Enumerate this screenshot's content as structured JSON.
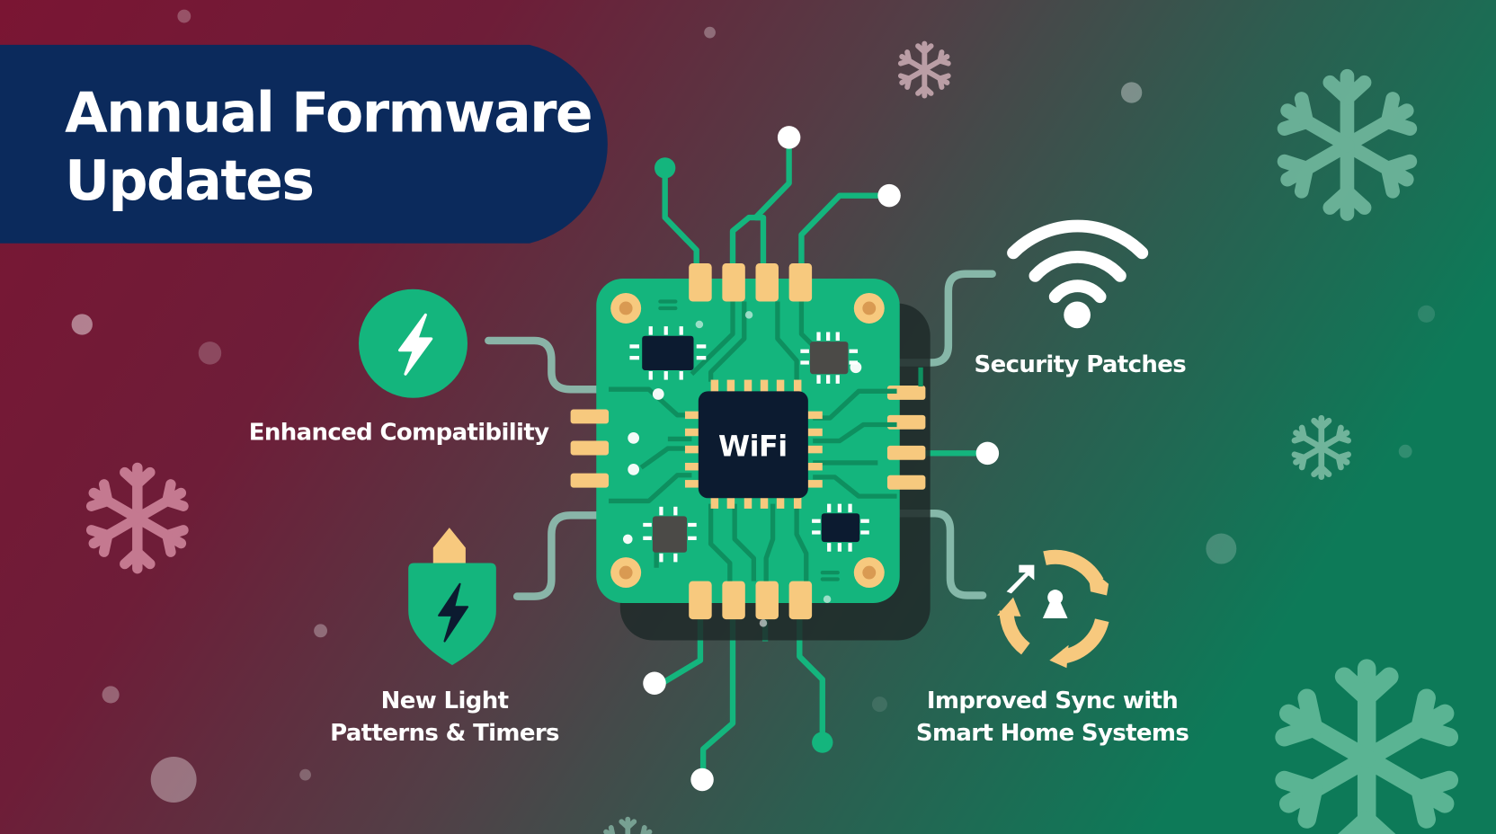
{
  "header": {
    "title_line1": "Annual Formware",
    "title_line2": "Updates"
  },
  "chip": {
    "label": "WiFi"
  },
  "features": [
    {
      "id": "enhanced-compatibility",
      "icon": "lightning-bolt-circle-icon",
      "lines": [
        "Enhanced Compatibility"
      ]
    },
    {
      "id": "security-patches",
      "icon": "wifi-signal-icon",
      "lines": [
        "Security Patches"
      ]
    },
    {
      "id": "new-light-patterns",
      "icon": "shield-bulb-lightning-icon",
      "lines": [
        "New Light",
        "Patterns & Timers"
      ]
    },
    {
      "id": "improved-sync",
      "icon": "sync-cycle-arrows-icon",
      "lines": [
        "Improved Sync with",
        "Smart Home Systems"
      ]
    }
  ],
  "decorations": {
    "snowflake_icon": "snowflake-icon",
    "count_snowflakes": 6
  },
  "colors": {
    "bg_left": "#7a1533",
    "bg_mid": "#553d45",
    "bg_right": "#0d7a58",
    "banner": "#0b2a5c",
    "pcb_green": "#14b57d",
    "trace_dark": "#0e8f5f",
    "pad_gold": "#f7c97e",
    "chip_dark": "#0c1b30",
    "connector_gray": "#8fc2b2",
    "white": "#ffffff"
  }
}
